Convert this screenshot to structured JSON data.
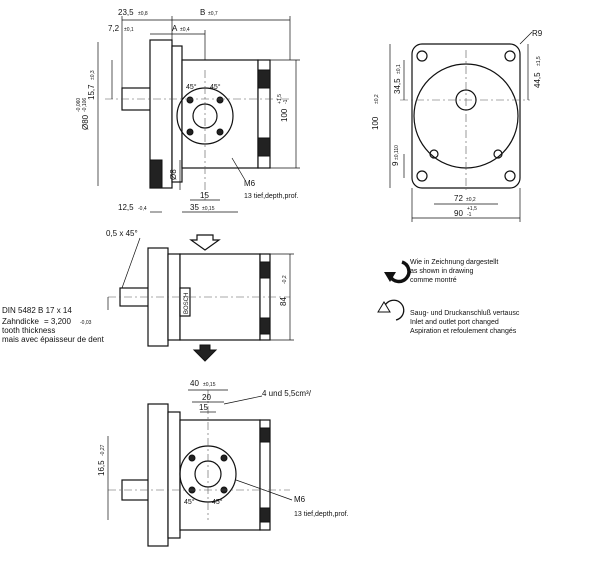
{
  "top_view": {
    "dim_23_5": "23,5",
    "tol_23_5": "±0,8",
    "dim_b": "B",
    "tol_b": "±0,7",
    "dim_7_2": "7,2",
    "tol_7_2": "±0,1",
    "dim_a": "A",
    "tol_a": "±0,4",
    "dim_15_7": "15,7",
    "tol_15_7": "±0,3",
    "dim_d80": "Ø80",
    "tol_d80_upper": "-0,060",
    "tol_d80_lower": "-0,106",
    "dim_100": "100",
    "tol_100_upper": "+1,5",
    "tol_100_lower": "-1",
    "angle_left": "45°",
    "angle_right": "45°",
    "dim_d8": "Ø8",
    "dim_15": "15",
    "dim_35": "35",
    "tol_35": "±0,15",
    "dim_12_5": "12,5",
    "tol_12_5": "-0,4",
    "thread": "M6",
    "thread_note": "13 tief,depth,prof."
  },
  "right_view": {
    "label_r9": "R9",
    "dim_100": "100",
    "tol_100": "±0,2",
    "dim_34_5": "34,5",
    "tol_34_5": "±0,1",
    "dim_44_5": "44,5",
    "tol_44_5": "±1,5",
    "dim_9": "9",
    "tol_9": "±0,110",
    "dim_72": "72",
    "tol_72": "±0,2",
    "dim_90": "90",
    "tol_90_upper": "+1,5",
    "tol_90_lower": "-1"
  },
  "middle_view": {
    "chamfer": "0,5 x 45°",
    "brand": "BOSCH",
    "dim_84": "84",
    "tol_84": "-0,2",
    "spline_norm": "DIN 5482  B 17 x 14",
    "spline_teeth_de": "Zahndicke",
    "spline_teeth_val": "= 3,200",
    "spline_teeth_tol": "-0,03",
    "spline_teeth_en": "tooth thickness",
    "spline_teeth_fr": "mais avec épaisseur de dent"
  },
  "rotation_legend": {
    "shown_de": "Wie in Zeichnung dargestellt",
    "shown_en": "as shown in drawing",
    "shown_fr": "comme montré",
    "changed_de": "Saug- und Druckanschluß vertausc",
    "changed_en": "Inlet and outlet port changed",
    "changed_fr": "Aspiration et refoulement changés"
  },
  "bottom_view": {
    "dim_40": "40",
    "tol_40": "±0,15",
    "dim_20": "20",
    "dim_15": "15",
    "torque_note": "4 und 5,5cm³/",
    "dim_16_5": "16,5",
    "tol_16_5": "-0,27",
    "angle_left": "45°",
    "angle_right": "45°",
    "thread": "M6",
    "thread_note": "13 tief,depth,prof."
  }
}
